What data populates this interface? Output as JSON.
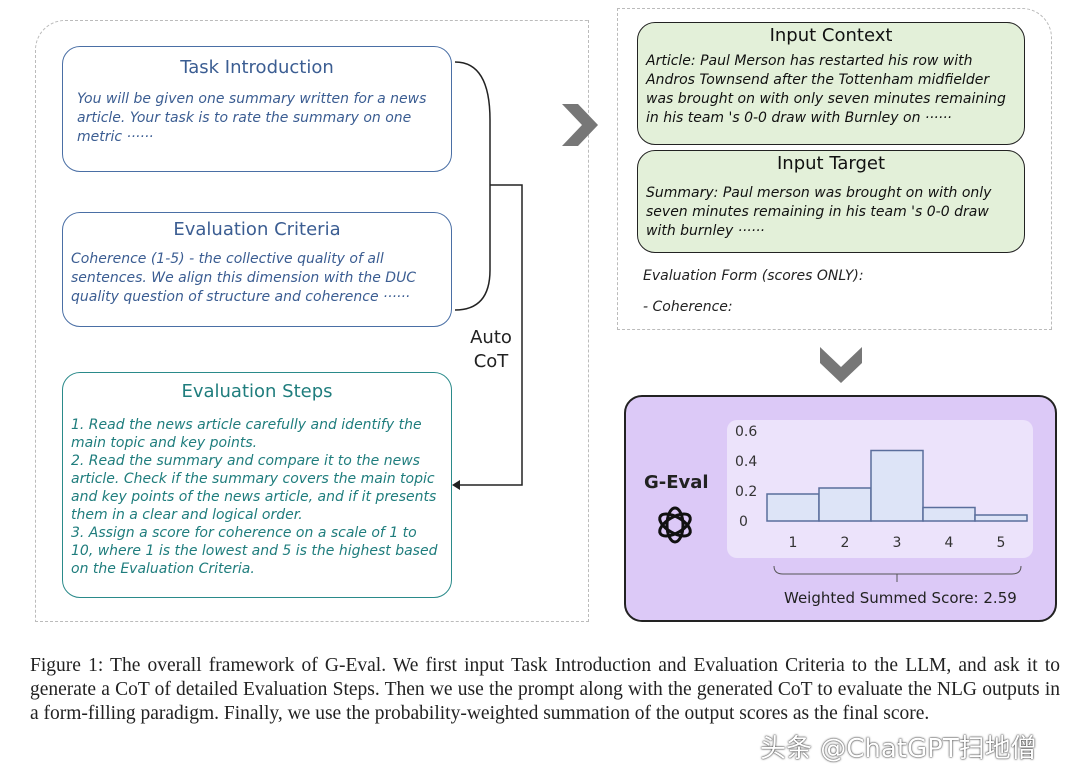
{
  "left": {
    "task_intro": {
      "title": "Task Introduction",
      "text": "You will be given one summary written for a news article. Your task is to rate the summary on one metric ······"
    },
    "criteria": {
      "title": "Evaluation Criteria",
      "text": "Coherence (1-5) -  the collective quality of all sentences. We align this dimension with the DUC quality question of structure and coherence ······"
    },
    "auto_cot": "Auto CoT",
    "steps": {
      "title": "Evaluation Steps",
      "text": "1.  Read the news article carefully and identify the main topic and key points.\n2.  Read the summary and compare it to the news article. Check if the summary covers the main topic and key points of the news article, and if it presents them in a clear and logical order.\n3.  Assign a score for coherence on a scale of 1 to 10, where 1 is the lowest and 5 is the highest based on the Evaluation Criteria."
    }
  },
  "right": {
    "context": {
      "title": "Input Context",
      "text": "Article: Paul Merson has restarted his row with Andros Townsend after the Tottenham midfielder was brought on with only seven minutes remaining in his team 's 0-0 draw with Burnley on ······"
    },
    "target": {
      "title": "Input Target",
      "text": "Summary: Paul merson was brought on with only seven minutes remaining in his team 's 0-0 draw with burnley ······"
    },
    "form_label": "Evaluation Form (scores ONLY):",
    "form_item": "- Coherence:"
  },
  "geval": {
    "label": "G-Eval",
    "score_label": "Weighted Summed Score: 2.59"
  },
  "chart_data": {
    "type": "bar",
    "categories": [
      "1",
      "2",
      "3",
      "4",
      "5"
    ],
    "values": [
      0.18,
      0.22,
      0.47,
      0.09,
      0.04
    ],
    "yticks": [
      "0",
      "0.2",
      "0.4",
      "0.6"
    ],
    "ylim": [
      0,
      0.6
    ],
    "title": "",
    "xlabel": "",
    "ylabel": ""
  },
  "caption": "Figure 1: The overall framework of G-Eval. We first input Task Introduction and Evaluation Criteria to the LLM, and ask it to generate a CoT of detailed Evaluation Steps. Then we use the prompt along with the generated CoT to evaluate the NLG outputs in a form-filling paradigm. Finally, we use the probability-weighted summation of the output scores as the final score.",
  "watermark": "头条 @ChatGPT扫地僧"
}
